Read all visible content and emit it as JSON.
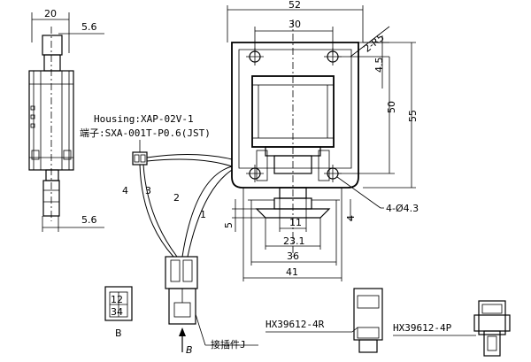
{
  "dimensions": {
    "side_width": "20",
    "side_top_offset": "5.6",
    "side_bottom_offset": "5.6",
    "overall_width": "52",
    "hole_spacing": "30",
    "corner_radius": "2-R5",
    "hole_offset": "4.5",
    "hole_pitch_vertical": "50",
    "overall_height": "55",
    "hole_spec": "4-Ø4.3",
    "plunger_width": "11",
    "width_23": "23.1",
    "width_36": "36",
    "base_width": "41",
    "dim_5": "5",
    "dim_4": "4"
  },
  "labels": {
    "housing": "Housing:XAP-02V-1",
    "terminal": "端子:SXA-001T-P0.6(JST)",
    "connector": "接插件J",
    "view_b_under": "B",
    "view_b_arrow": "B",
    "hx_r": "HX39612-4R",
    "hx_p": "HX39612-4P",
    "wire_1": "1",
    "wire_2": "2",
    "wire_3": "3",
    "wire_4": "4",
    "pin_12": "12",
    "pin_34": "34"
  }
}
